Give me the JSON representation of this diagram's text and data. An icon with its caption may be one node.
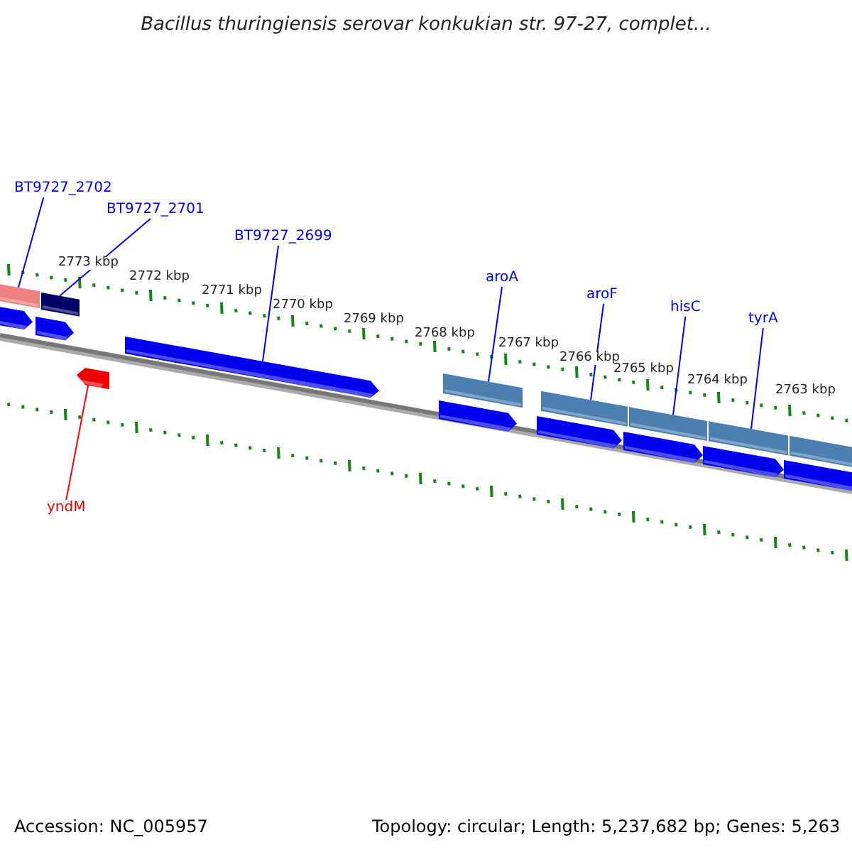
{
  "diagram": {
    "title": "Bacillus thuringiensis serovar konkukian str. 97-27, complet...",
    "nodes": [
      {
        "text": [
          "BT9727_2702"
        ]
      },
      {
        "text": [
          "BT9727_2701"
        ]
      },
      {
        "text": [
          "BT9727_2699"
        ]
      },
      {
        "text": [
          "aroA"
        ]
      },
      {
        "text": [
          "aroF"
        ]
      },
      {
        "text": [
          "hisC"
        ]
      },
      {
        "text": [
          "tyrA"
        ]
      },
      {
        "text": [
          "yndM"
        ]
      },
      {
        "text": [],
        "shape": "bar"
      },
      {
        "text": [],
        "shape": "bar"
      },
      {
        "text": [],
        "shape": "arrow"
      },
      {
        "text": [],
        "shape": "arrow"
      },
      {
        "text": [],
        "shape": "arrow"
      },
      {
        "text": [],
        "shape": "arrow"
      },
      {
        "text": [],
        "shape": "bar"
      },
      {
        "text": [],
        "shape": "arrow"
      },
      {
        "text": [],
        "shape": "bar"
      },
      {
        "text": [],
        "shape": "bar"
      },
      {
        "text": [],
        "shape": "bar"
      },
      {
        "text": [],
        "shape": "bar"
      },
      {
        "text": [],
        "shape": "arrow"
      },
      {
        "text": [],
        "shape": "arrow"
      },
      {
        "text": [],
        "shape": "arrow"
      },
      {
        "text": [],
        "shape": "arrow"
      }
    ],
    "edges": [
      {
        "from": 0,
        "to": 8,
        "arrow": "none"
      },
      {
        "from": 1,
        "to": 9,
        "arrow": "none"
      },
      {
        "from": 2,
        "to": 12,
        "arrow": "none"
      },
      {
        "from": 3,
        "to": 14,
        "arrow": "none"
      },
      {
        "from": 4,
        "to": 16,
        "arrow": "none"
      },
      {
        "from": 5,
        "to": 17,
        "arrow": "none"
      },
      {
        "from": 6,
        "to": 18,
        "arrow": "none"
      },
      {
        "from": 7,
        "to": 13,
        "arrow": "none",
        "color": "#ff0000"
      }
    ],
    "labels": [
      "2773 kbp",
      "2772 kbp",
      "2771 kbp",
      "2770 kbp",
      "2769 kbp",
      "2768 kbp",
      "2767 kbp",
      "2766 kbp",
      "2765 kbp",
      "2764 kbp",
      "2763 kbp",
      "Accession: NC_005957",
      "Topology: circular; Length: 5,237,682 bp; Genes: 5,263"
    ]
  }
}
